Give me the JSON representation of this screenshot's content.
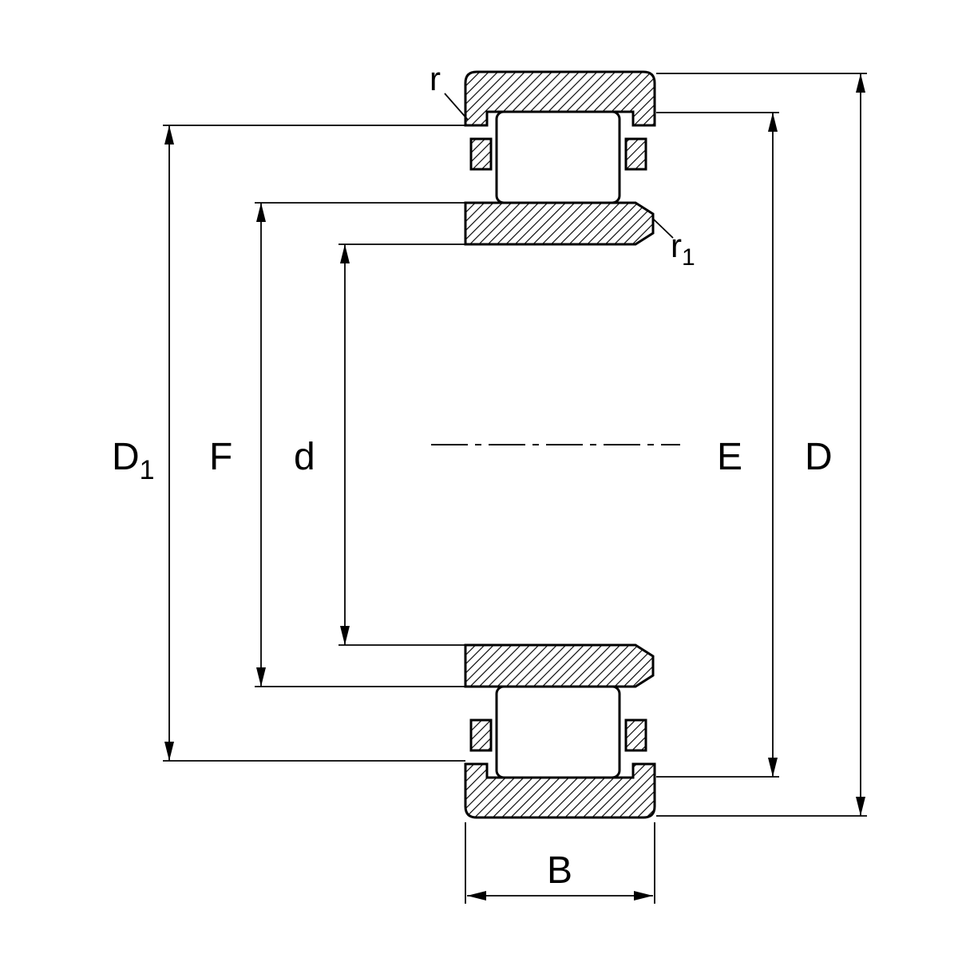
{
  "drawing": {
    "background_color": "#ffffff",
    "line_color": "#000000",
    "type": "bearing-cross-section",
    "labels": {
      "r": {
        "main": "r"
      },
      "r1": {
        "main": "r",
        "sub": "1"
      },
      "D1": {
        "main": "D",
        "sub": "1"
      },
      "F": {
        "main": "F"
      },
      "d": {
        "main": "d"
      },
      "E": {
        "main": "E"
      },
      "D": {
        "main": "D"
      },
      "B": {
        "main": "B"
      }
    }
  }
}
